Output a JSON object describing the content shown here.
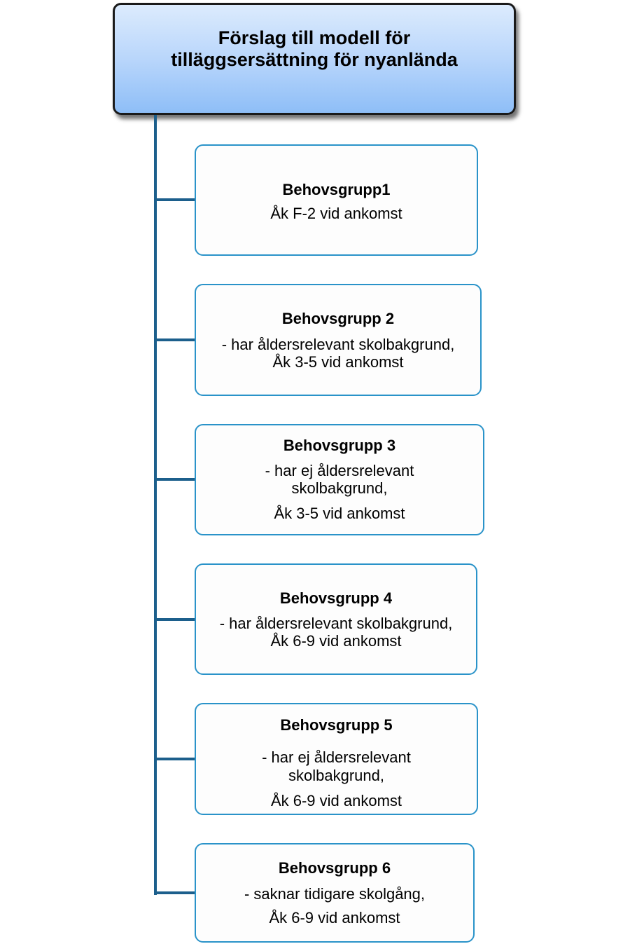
{
  "root": {
    "title": "Förslag till  modell för\ntilläggsersättning för nyanlända"
  },
  "groups": [
    {
      "title": "Behovsgrupp1",
      "lines": [
        "Åk F-2 vid ankomst"
      ]
    },
    {
      "title": "Behovsgrupp 2",
      "lines": [
        "- har åldersrelevant skolbakgrund,",
        "Åk 3-5 vid ankomst"
      ]
    },
    {
      "title": "Behovsgrupp 3",
      "lines": [
        "- har ej åldersrelevant",
        "skolbakgrund,",
        "Åk 3-5 vid ankomst"
      ]
    },
    {
      "title": "Behovsgrupp 4",
      "lines": [
        "- har åldersrelevant skolbakgrund,",
        "Åk 6-9 vid ankomst"
      ]
    },
    {
      "title": "Behovsgrupp 5",
      "lines": [
        "- har ej åldersrelevant",
        "skolbakgrund,",
        "Åk 6-9 vid ankomst"
      ]
    },
    {
      "title": "Behovsgrupp 6",
      "lines": [
        "- saknar tidigare skolgång,",
        "Åk 6-9 vid ankomst"
      ]
    }
  ],
  "colors": {
    "connector": "#1c5f8c",
    "child_border": "#2a93c9",
    "root_gradient_top": "#dcebfd",
    "root_gradient_bottom": "#8ebef7"
  }
}
